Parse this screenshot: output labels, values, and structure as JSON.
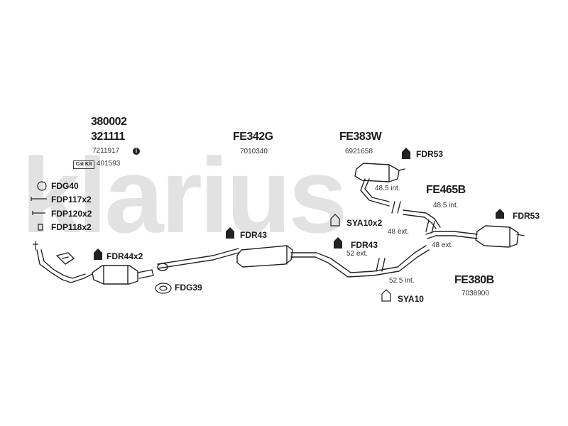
{
  "watermark": "klarius",
  "parts": {
    "cat_code_1": "380002",
    "cat_code_2": "321111",
    "cat_ref": "7211917",
    "cat_kit_label": "Cat Kit",
    "cat_kit_ref": "401593",
    "fdg40": "FDG40",
    "fdp117": "FDP117x2",
    "fdp120": "FDP120x2",
    "fdp118": "FDP118x2",
    "fdr44": "FDR44x2",
    "fdg39": "FDG39",
    "fe342g": "FE342G",
    "fe342g_ref": "7010340",
    "fdr43_left": "FDR43",
    "fe383w": "FE383W",
    "fe383w_ref": "6921658",
    "fdr53_top": "FDR53",
    "fe465b": "FE465B",
    "fdr53_right": "FDR53",
    "sya10x2": "SYA10x2",
    "fdr43_mid": "FDR43",
    "sya10": "SYA10",
    "fe380b": "FE380B",
    "fe380b_ref": "7038900"
  },
  "dims": {
    "d1": "48.5 int.",
    "d2": "48.5 int.",
    "d3": "48 ext.",
    "d4": "48 ext.",
    "d5": "52 ext.",
    "d6": "52.5 int."
  }
}
